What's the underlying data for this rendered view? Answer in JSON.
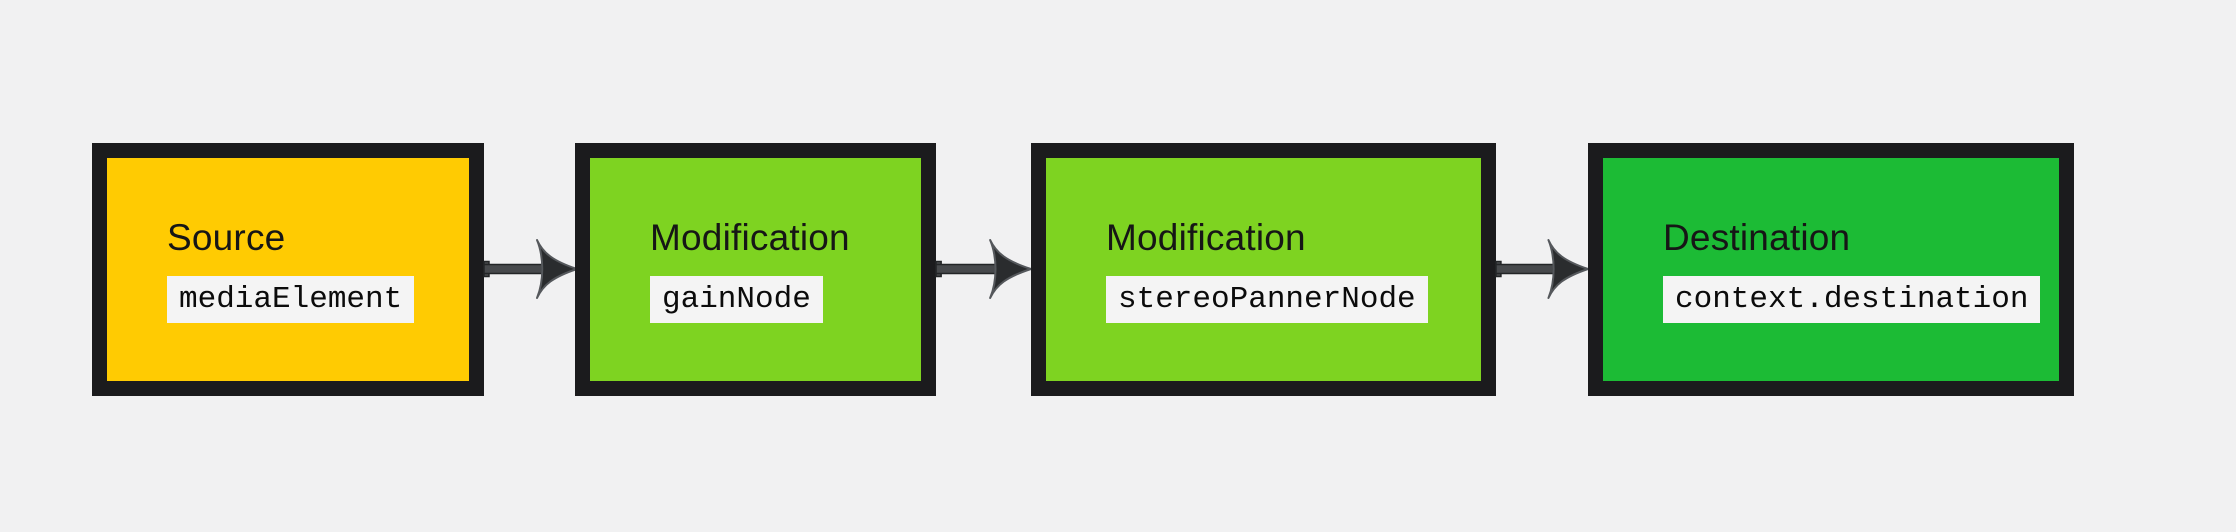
{
  "colors": {
    "page_bg": "#f1f1f2",
    "border": "#1b1b1d",
    "title_text": "#161616",
    "code_bg": "#f4f4f4",
    "code_text": "#0b0b0b",
    "arrow_shaft": "#47494c",
    "arrow_head": "#2a2c2e",
    "arrow_outline": "#55585c",
    "shaft_outline": "#232527"
  },
  "diagram": {
    "nodes": [
      {
        "role": "source",
        "title": "Source",
        "code": "mediaElement",
        "fill": "#ffcb02"
      },
      {
        "role": "modification",
        "title": "Modification",
        "code": "gainNode",
        "fill": "#7ed321"
      },
      {
        "role": "modification",
        "title": "Modification",
        "code": "stereoPannerNode",
        "fill": "#7ed321"
      },
      {
        "role": "destination",
        "title": "Destination",
        "code": "context.destination",
        "fill": "#1cbb35"
      }
    ],
    "connections": [
      {
        "from": 0,
        "to": 1
      },
      {
        "from": 1,
        "to": 2
      },
      {
        "from": 2,
        "to": 3
      }
    ]
  }
}
